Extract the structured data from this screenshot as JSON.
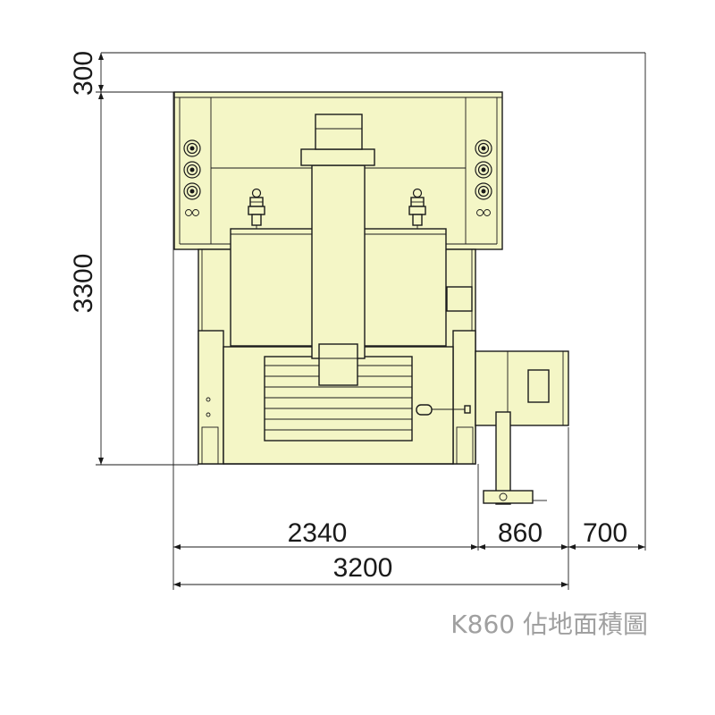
{
  "dimensions": {
    "top_clearance": "300",
    "machine_depth": "3300",
    "machine_width": "2340",
    "side_unit_width": "860",
    "right_clearance": "700",
    "overall_width": "3200"
  },
  "caption": "K860 佔地面積圖",
  "colors": {
    "machine_fill": "#f4f6c6",
    "outline": "#1a1a1a",
    "caption": "#a0a0a0"
  }
}
